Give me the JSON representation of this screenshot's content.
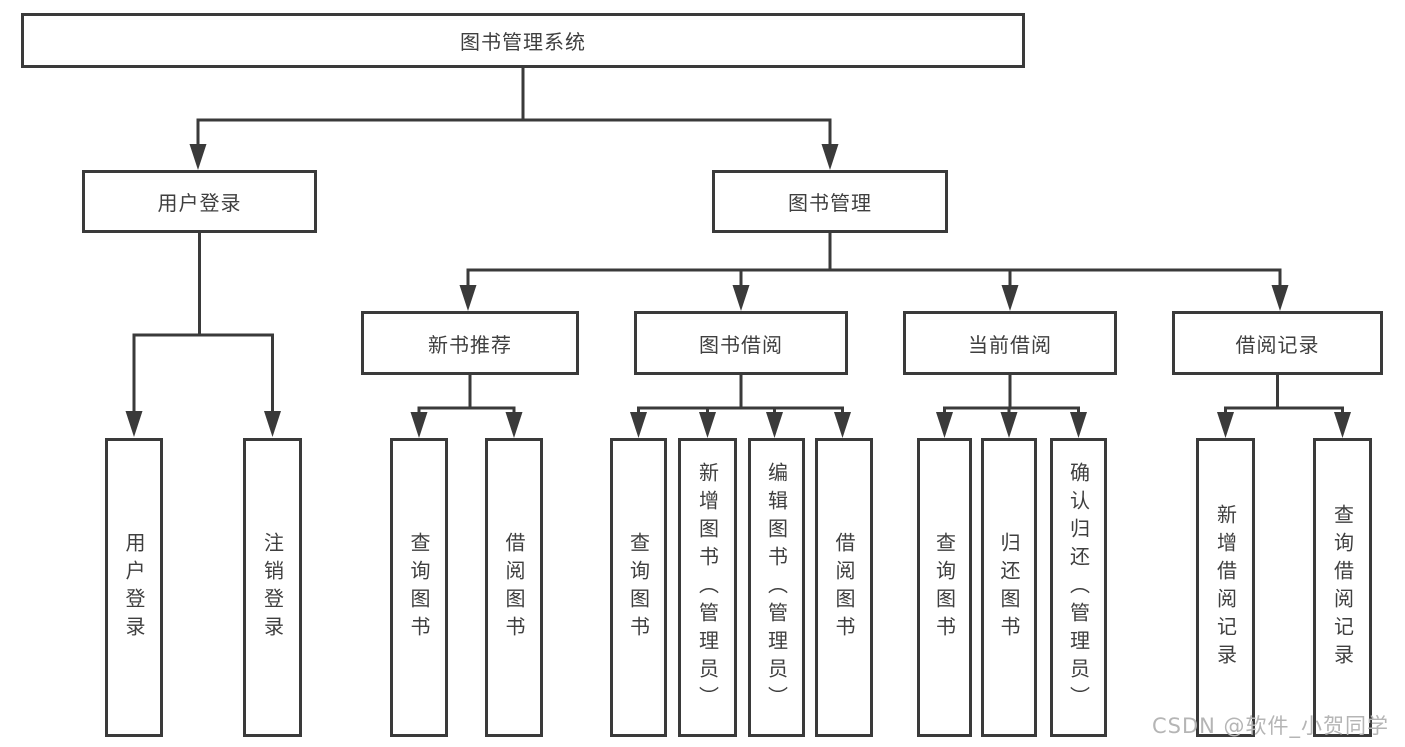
{
  "diagram": {
    "nodes": {
      "root": "图书管理系统",
      "user_login": "用户登录",
      "book_management": "图书管理",
      "new_book_recommend": "新书推荐",
      "book_borrowing": "图书借阅",
      "current_borrowing": "当前借阅",
      "borrowing_records": "借阅记录",
      "leaf_user_login": "用户登录",
      "leaf_logout_login": "注销登录",
      "leaf_query_books_recommend": "查询图书",
      "leaf_borrow_books_recommend": "借阅图书",
      "leaf_query_books_borrowing": "查询图书",
      "leaf_add_books_admin": "新增图书（管理员）",
      "leaf_edit_books_admin": "编辑图书（管理员）",
      "leaf_borrow_books_borrowing": "借阅图书",
      "leaf_query_books_current": "查询图书",
      "leaf_return_books": "归还图书",
      "leaf_confirm_return_admin": "确认归还（管理员）",
      "leaf_add_borrow_record": "新增借阅记录",
      "leaf_query_borrow_record": "查询借阅记录"
    },
    "colors": {
      "line": "#3a3a3a",
      "box_border": "#3a3a3a",
      "text": "#3f3f3f",
      "box_background": "#ffffff"
    }
  },
  "watermark": {
    "text": "CSDN @软件_小贺同学",
    "color": "#b5b5b5"
  }
}
